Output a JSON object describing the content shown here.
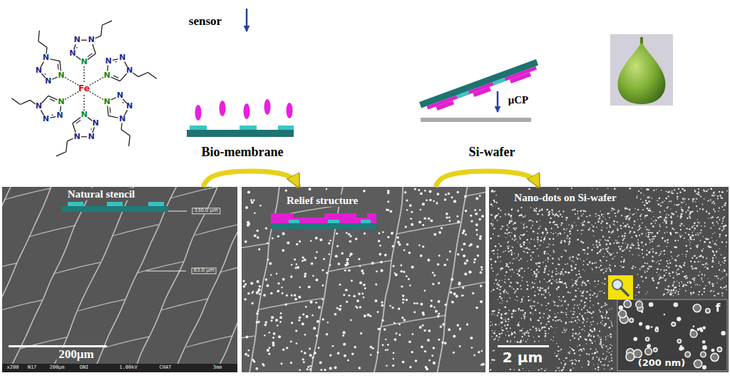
{
  "diagram": {
    "nodes": [
      {
        "text": [
          "Natural stencil",
          "200μm"
        ]
      },
      {
        "text": [
          "Relief structure"
        ]
      },
      {
        "text": [
          "Nano-dots on Si-wafer",
          "2 μm"
        ]
      },
      {
        "text": [
          "f",
          "(200 nm)"
        ],
        "in": 2
      }
    ],
    "edges": [
      {
        "from": 0,
        "to": 1,
        "arrow": "to"
      },
      {
        "from": 1,
        "to": 2,
        "arrow": "to"
      }
    ],
    "labels": [
      "N",
      "N",
      "N",
      "N",
      "N",
      "N",
      "N",
      "N",
      "N",
      "N",
      "N",
      "N",
      "N",
      "N",
      "N",
      "N",
      "N",
      "N",
      "N",
      "N",
      "N",
      "N",
      "N",
      "N",
      "Fe",
      "sensor",
      "Bio-membrane",
      "μCP",
      "Si-wafer",
      "330.0 μm",
      "83.0 μm",
      "x200",
      "N17",
      "200μm",
      "ONI",
      "1.00kV",
      "CHAT",
      "3mm"
    ]
  }
}
